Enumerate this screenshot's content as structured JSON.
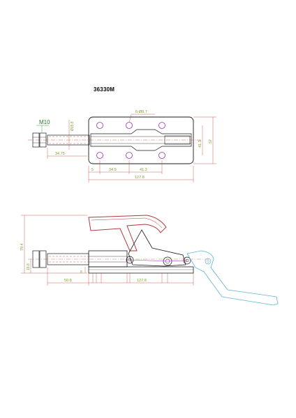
{
  "drawing": {
    "part_number": "36330M",
    "colors": {
      "outline": "#1a1a1a",
      "dimension": "#c0392b",
      "dimension_text": "#7fa02a",
      "hole": "#9b30b0",
      "open_position": "#5fb7d0",
      "handle": "#b03a3a",
      "thread_label": "#2a7a2a"
    },
    "top_view": {
      "thread_label": "M10",
      "hole_label": "6-Ø8.7",
      "dim_vertical_small": "Ø15.8",
      "dim_left_offset": "34.75",
      "dim_bottom_a": "5",
      "dim_bottom_b": "34.9",
      "dim_bottom_c": "41.3",
      "dim_overall_width": "127.8",
      "dim_right_inner": "41.3",
      "dim_right_outer": "57"
    },
    "side_view": {
      "dim_height_total": "79.4",
      "dim_height_rod": "19.8",
      "dim_base_thickness": "8",
      "dim_stroke": "50.8",
      "dim_base_length": "127.8"
    }
  }
}
